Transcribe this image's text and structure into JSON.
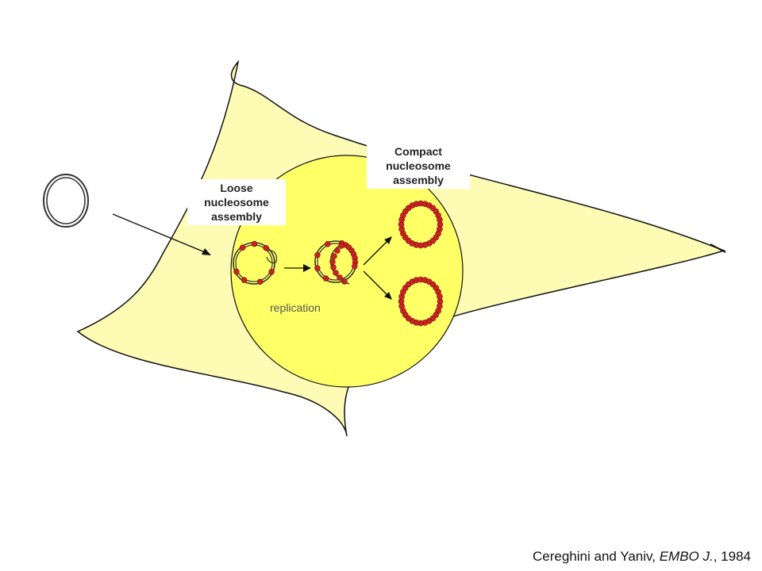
{
  "labels": {
    "loose_line1": "Loose",
    "loose_line2": "nucleosome",
    "loose_line3": "assembly",
    "compact_line1": "Compact",
    "compact_line2": "nucleosome",
    "compact_line3": "assembly",
    "replication": "replication"
  },
  "citation": {
    "authors": "Cereghini and Yaniv, ",
    "journal": "EMBO J.",
    "year": ", 1984"
  },
  "colors": {
    "cell": "#fdfbb4",
    "nucleus": "#ffff66",
    "nucleosome": "#cc2222"
  }
}
